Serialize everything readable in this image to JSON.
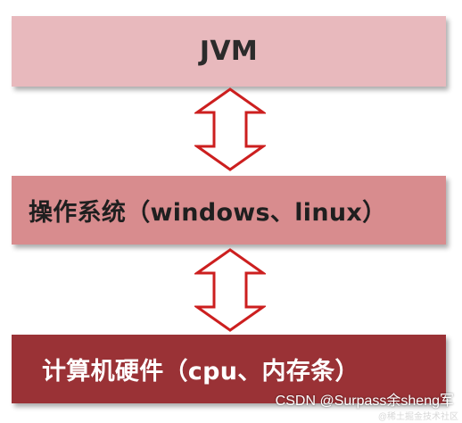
{
  "diagram": {
    "layers": [
      {
        "id": "jvm",
        "label": "JVM",
        "color": "#e8b9bd"
      },
      {
        "id": "os",
        "label": "操作系统（windows、linux）",
        "color": "#d88c8e"
      },
      {
        "id": "hw",
        "label": "计算机硬件（cpu、内存条）",
        "color": "#9a3236"
      }
    ],
    "arrow_color": "#cc1f1f",
    "arrow_type": "double-headed-vertical"
  },
  "watermark": {
    "text": "CSDN @Surpass余sheng军",
    "subtext": "@稀土掘金技术社区"
  }
}
